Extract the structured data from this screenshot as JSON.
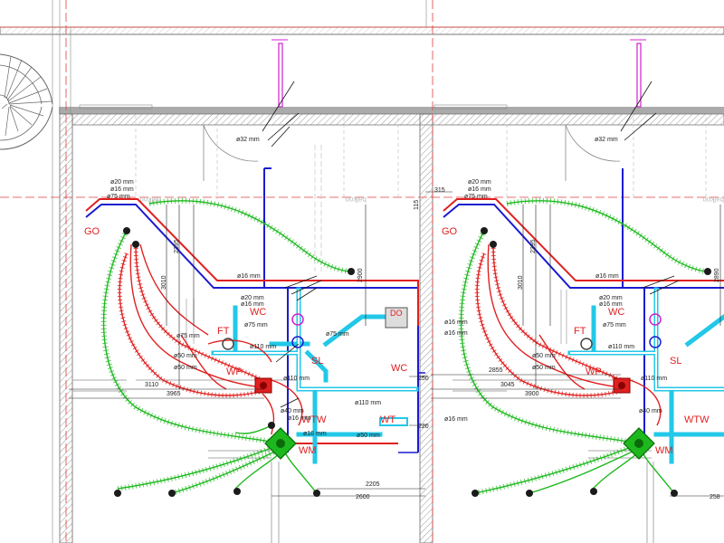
{
  "colors": {
    "wall": "#555555",
    "hatch": "#999999",
    "blue_pipe": "#1a1ad0",
    "red_pipe": "#e02020",
    "cyan_pipe": "#22c8e8",
    "green_hose": "#1db81d",
    "magenta": "#d020d0",
    "grid_line": "#e04040"
  },
  "units": [
    {
      "room_labels": {
        "go": "GO",
        "wc_top": "WC",
        "ft": "FT",
        "wp": "WP",
        "sl": "SL",
        "do": "DO",
        "wc_right": "WC",
        "wtw": "WTW",
        "wt": "WT",
        "wm": "WM"
      },
      "pipe_labels": {
        "ø32_mm": "ø32 mm",
        "ø20_top": "ø20 mm",
        "ø16_top": "ø16 mm",
        "ø75_top": "ø75 mm",
        "ø16_mid": "ø16 mm",
        "ø20_wc": "ø20 mm",
        "ø16_wc": "ø16 mm",
        "ø75_wc": "ø75 mm",
        "ø110_mid": "ø110 mm",
        "ø75_ft": "ø75 mm",
        "ø75_sl": "ø75 mm",
        "ø50_a": "ø50 mm",
        "ø50_b": "ø50 mm",
        "ø110_wp": "ø110 mm",
        "ø110_bottom": "ø110 mm",
        "ø40_mm": "ø40 mm",
        "ø16_wm": "ø16 mm",
        "ø16_wm2": "ø16 mm",
        "ø50_wt": "ø50 mm",
        "ø16_do1": "ø16 mm",
        "ø16_do2": "ø16 mm",
        "ø16_wt": "ø16 mm"
      },
      "dimensions": {
        "d3010": "3010",
        "d2395": "2395",
        "d2900": "2900",
        "d3110": "3110",
        "d3965": "3965",
        "d250": "250",
        "d220": "220",
        "d2205": "2205",
        "d2600": "2600"
      },
      "balkon": "balkon"
    },
    {
      "room_labels": {
        "go": "GO",
        "wc_top": "WC",
        "ft": "FT",
        "wp": "WP",
        "sl": "SL",
        "wtw": "WTW",
        "wm": "WM"
      },
      "pipe_labels": {
        "ø32_mm": "ø32 mm",
        "ø20_top": "ø20 mm",
        "ø16_top": "ø16 mm",
        "ø75_top": "ø75 mm",
        "ø16_mid": "ø16 mm",
        "ø20_wc": "ø20 mm",
        "ø16_wc": "ø16 mm",
        "ø75_wc": "ø75 mm",
        "ø110_mid": "ø110 mm",
        "ø50_a": "ø50 mm",
        "ø50_b": "ø50 mm",
        "ø110_wp": "ø110 mm",
        "ø40_mm": "ø40 mm"
      },
      "dimensions": {
        "d315": "315",
        "d115": "115",
        "d3010": "3010",
        "d2395": "2395",
        "d2890": "2890",
        "d2855": "2855",
        "d3045": "3045",
        "d3900": "3900",
        "d2580": "258"
      },
      "balkon": "balkon"
    }
  ]
}
